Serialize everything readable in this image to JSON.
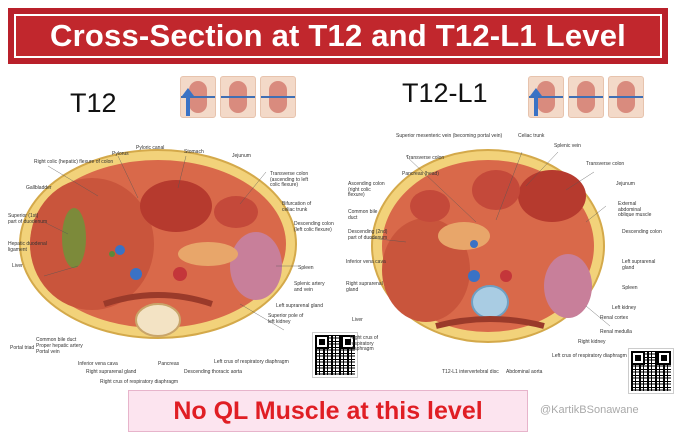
{
  "title": "Cross-Section at T12 and T12-L1 Level",
  "left_panel": {
    "level": "T12",
    "labels": [
      "Right colic (hepatic) flexure of colon",
      "Pylorus",
      "Pyloric canal",
      "Stomach",
      "Jejunum",
      "Transverse colon (ascending to left colic flexure)",
      "Gallbladder",
      "Bifurcation of celiac trunk",
      "Superior (1st) part of duodenum",
      "Hepatic duodenal ligament",
      "Descending colon (left colic flexure)",
      "Liver",
      "Spleen",
      "Splenic artery and vein",
      "Left suprarenal gland",
      "Superior pole of left kidney",
      "Common bile duct",
      "Proper hepatic artery",
      "Portal vein",
      "Portal triad",
      "Inferior vena cava",
      "Right suprarenal gland",
      "Right crus of respiratory diaphragm",
      "Pancreas",
      "Descending thoracic aorta",
      "Left crus of respiratory diaphragm"
    ]
  },
  "right_panel": {
    "level": "T12-L1",
    "labels": [
      "Superior mesenteric vein (becoming portal vein)",
      "Celiac trunk",
      "Splenic vein",
      "Transverse colon",
      "Transverse colon",
      "Pancreas (head)",
      "Jejunum",
      "Ascending colon (right colic flexure)",
      "External abdominal oblique muscle",
      "Common bile duct",
      "Descending (2nd) part of duodenum",
      "Descending colon",
      "Inferior vena cava",
      "Left suprarenal gland",
      "Right suprarenal gland",
      "Spleen",
      "Liver",
      "Renal cortex",
      "Renal medulla",
      "Left kidney",
      "Right crus of respiratory diaphragm",
      "Right kidney",
      "Left crus of respiratory diaphragm",
      "T12-L1 intervertebral disc",
      "Abdominal aorta"
    ]
  },
  "bottom_note": "No QL Muscle at this level",
  "watermark": "@KartikBSonawane",
  "colors": {
    "title_bg": "#c1272d",
    "note_text": "#e01e24",
    "note_bg": "#fce4ef"
  }
}
